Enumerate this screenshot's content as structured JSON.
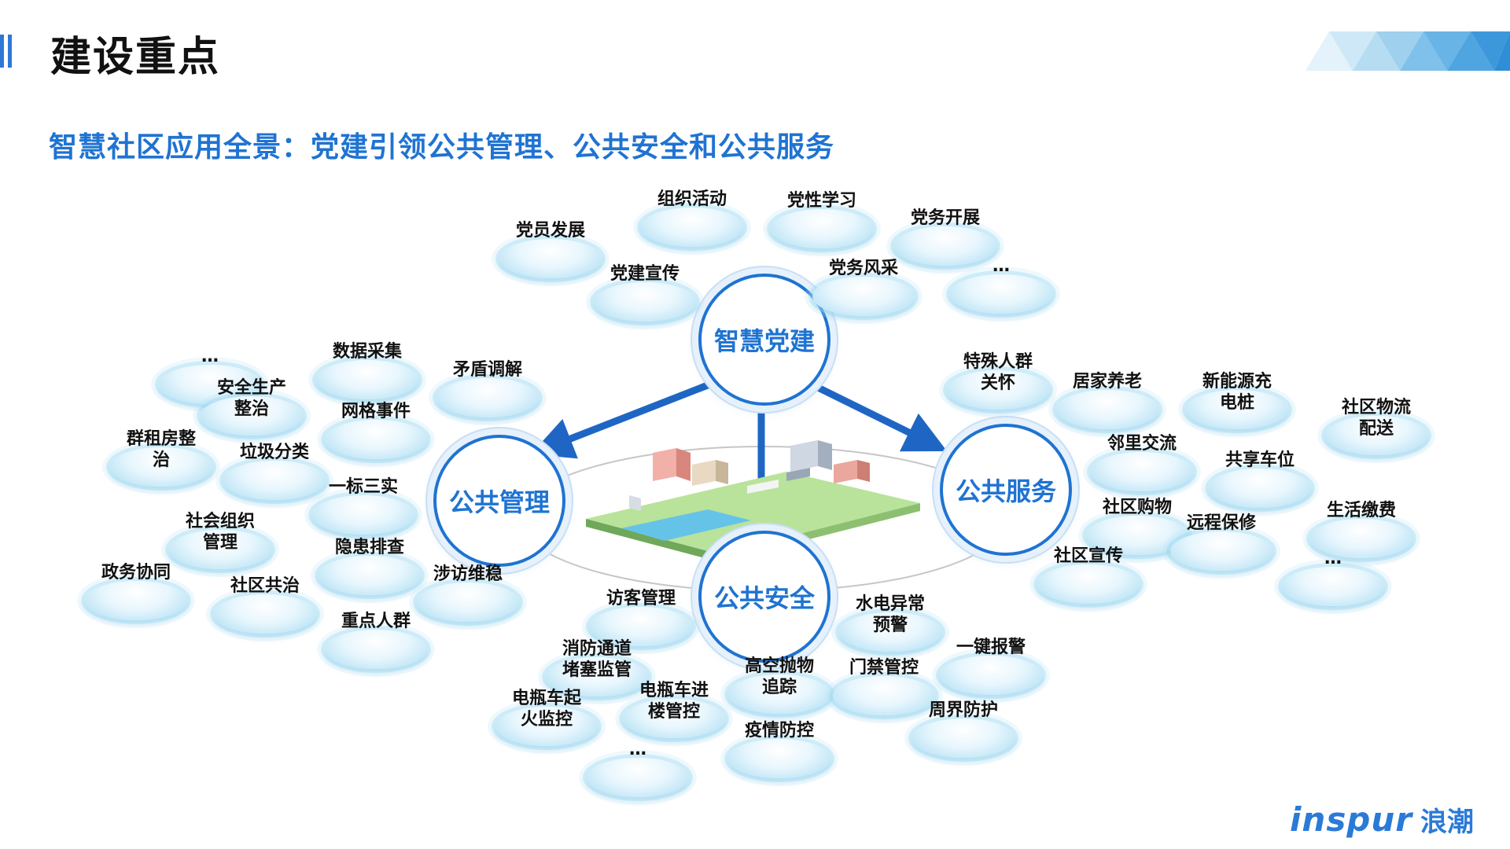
{
  "header": {
    "title": "建设重点",
    "subtitle": "智慧社区应用全景：党建引领公共管理、公共安全和公共服务"
  },
  "hubs": {
    "party": "智慧党建",
    "management": "公共管理",
    "service": "公共服务",
    "safety": "公共安全"
  },
  "pads": {
    "party": [
      "党员发展",
      "组织活动",
      "党性学习",
      "党务开展",
      "党建宣传",
      "党务风采",
      "…"
    ],
    "management": [
      "…",
      "数据采集",
      "矛盾调解",
      "安全生产\n整治",
      "网格事件",
      "群租房整\n治",
      "垃圾分类",
      "一标三实",
      "社会组织\n管理",
      "隐患排查",
      "政务协同",
      "社区共治",
      "涉访维稳",
      "重点人群"
    ],
    "service": [
      "特殊人群\n关怀",
      "居家养老",
      "新能源充\n电桩",
      "社区物流\n配送",
      "邻里交流",
      "共享车位",
      "社区购物",
      "远程保修",
      "生活缴费",
      "社区宣传",
      "…"
    ],
    "safety": [
      "访客管理",
      "水电异常\n预警",
      "消防通道\n堵塞监管",
      "高空抛物\n追踪",
      "门禁管控",
      "一键报警",
      "电瓶车起\n火监控",
      "电瓶车进\n楼管控",
      "周界防护",
      "疫情防控",
      "…"
    ]
  },
  "logo": {
    "brand": "inspur",
    "brand_cn": "浪潮"
  },
  "colors": {
    "accent": "#1f73d2",
    "pad": "#a9dcf2",
    "arrow": "#1f66c4"
  }
}
